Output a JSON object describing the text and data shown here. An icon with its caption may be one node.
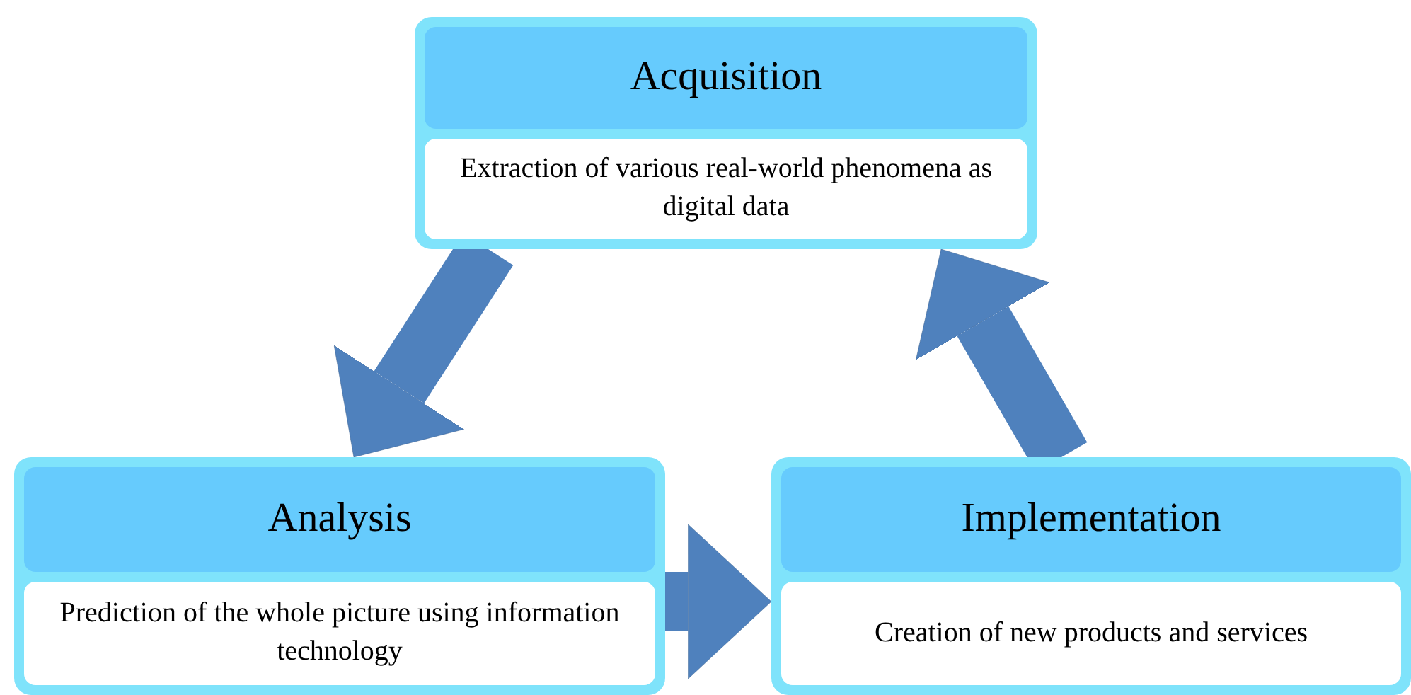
{
  "diagram": {
    "nodes": [
      {
        "text": [
          "Acquisition",
          "Extraction of various real-world phenomena as digital data"
        ]
      },
      {
        "text": [
          "Analysis",
          "Prediction of the whole picture using information technology"
        ]
      },
      {
        "text": [
          "Implementation",
          "Creation of new products and services"
        ]
      }
    ],
    "edges": [
      {
        "from": 0,
        "to": 1,
        "arrow": "to"
      },
      {
        "from": 1,
        "to": 2,
        "arrow": "to"
      },
      {
        "from": 2,
        "to": 0,
        "arrow": "to"
      }
    ]
  }
}
